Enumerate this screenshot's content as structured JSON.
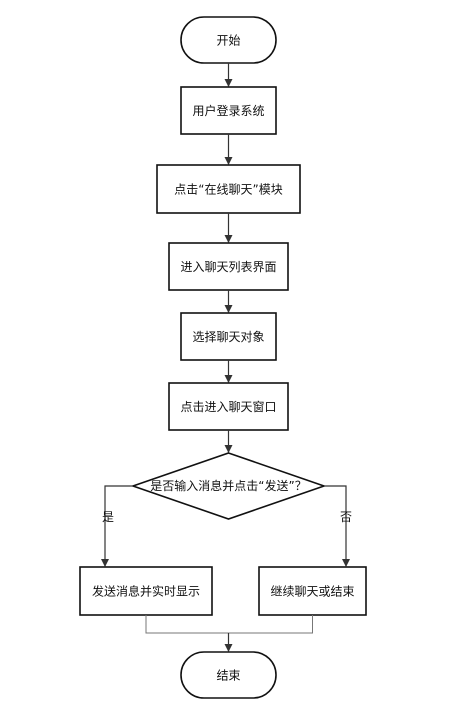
{
  "nodes": {
    "start": "开始",
    "login": "用户登录系统",
    "click_online_chat": "点击“在线聊天”模块",
    "chat_list": "进入聊天列表界面",
    "select_target": "选择聊天对象",
    "enter_window": "点击进入聊天窗口",
    "decision": "是否输入消息并点击“发送”？",
    "send_display": "发送消息并实时显示",
    "continue_or_end": "继续聊天或结束",
    "end": "结束"
  },
  "edges": {
    "yes": "是",
    "no": "否"
  },
  "colors": {
    "stroke": "#111111",
    "fill": "#ffffff",
    "text": "#111111"
  }
}
